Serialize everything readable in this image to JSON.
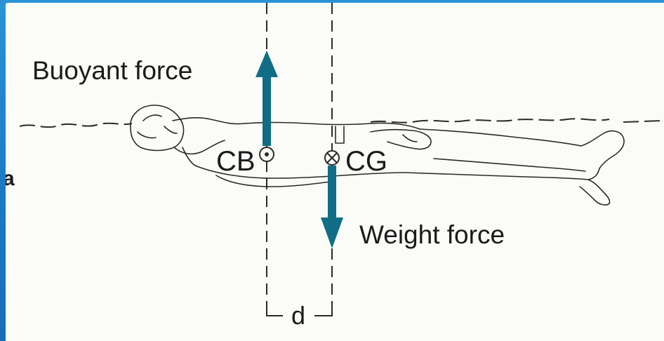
{
  "labels": {
    "buoyant_force": "Buoyant force",
    "weight_force": "Weight force",
    "center_of_buoyancy": "CB",
    "center_of_gravity": "CG",
    "distance": "d",
    "edge_fragment": "a"
  },
  "colors": {
    "arrow": "#0f6d85",
    "ink": "#2a2a2a",
    "background": "#1d7fc9",
    "slide": "#fbfbf8"
  }
}
